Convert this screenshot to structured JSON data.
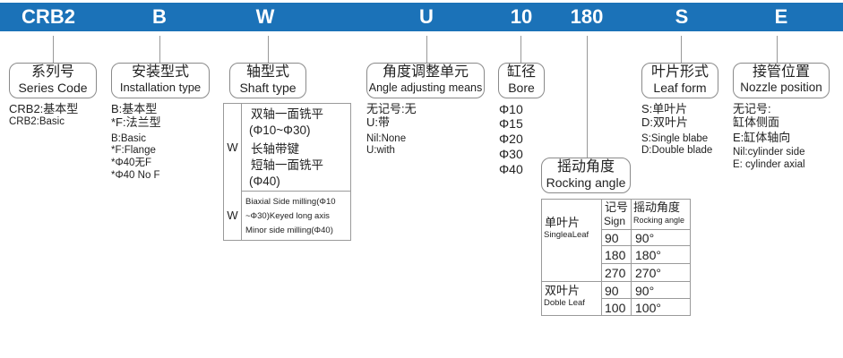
{
  "codes": [
    "CRB2",
    "B",
    "W",
    "U",
    "10",
    "180",
    "S",
    "E"
  ],
  "series": {
    "title_cn": "系列号",
    "title_en": "Series Code",
    "items": [
      "CRB2:基本型",
      "CRB2:Basic"
    ]
  },
  "install": {
    "title_cn": "安装型式",
    "title_en": "Installation type",
    "items": [
      "B:基本型",
      "*F:法兰型",
      "B:Basic",
      "*F:Flange",
      "*Φ40无F",
      "*Φ40 No F"
    ]
  },
  "shaft": {
    "title_cn": "轴型式",
    "title_en": "Shaft type",
    "cn_key": "W",
    "cn_lines": [
      "双轴一面铣平",
      "(Φ10~Φ30)",
      "长轴带键",
      "短轴一面铣平",
      "(Φ40)"
    ],
    "en_key": "W",
    "en_lines": [
      "Biaxial Side milling(Φ10",
      "~Φ30)Keyed long axis",
      "Minor side milling(Φ40)"
    ]
  },
  "angle_adj": {
    "title_cn": "角度调整单元",
    "title_en": "Angle adjusting means",
    "items": [
      "无记号:无",
      "U:带",
      "Nil:None",
      "U:with"
    ]
  },
  "bore": {
    "title_cn": "缸径",
    "title_en": "Bore",
    "items": [
      "Φ10",
      "Φ15",
      "Φ20",
      "Φ30",
      "Φ40"
    ]
  },
  "rocking": {
    "title_cn": "摇动角度",
    "title_en": "Rocking angle",
    "header_sign_cn": "记号",
    "header_sign_en": "Sign",
    "header_angle_cn": "摇动角度",
    "header_angle_en": "Rocking angle",
    "single_cn": "单叶片",
    "single_en": "SinglеaLeaf",
    "double_cn": "双叶片",
    "double_en": "Doble Leaf",
    "single_rows": [
      [
        "90",
        "90°"
      ],
      [
        "180",
        "180°"
      ],
      [
        "270",
        "270°"
      ]
    ],
    "double_rows": [
      [
        "90",
        "90°"
      ],
      [
        "100",
        "100°"
      ]
    ]
  },
  "leaf": {
    "title_cn": "叶片形式",
    "title_en": "Leaf form",
    "items": [
      "S:单叶片",
      "D:双叶片",
      "S:Single blabe",
      "D:Double blade"
    ]
  },
  "nozzle": {
    "title_cn": "接管位置",
    "title_en": "Nozzle position",
    "items": [
      "无记号:",
      "缸体侧面",
      "E:缸体轴向",
      "Nil:cylinder side",
      "E: cylinder axial"
    ]
  }
}
